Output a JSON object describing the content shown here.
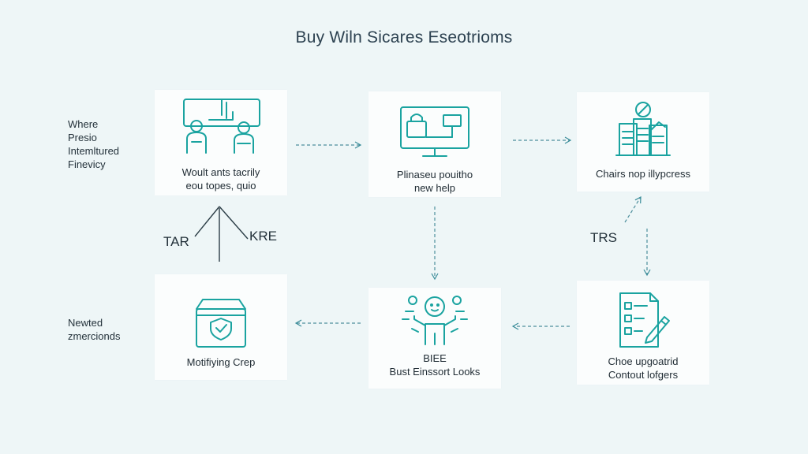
{
  "title": "Buy Wiln Sicares Eseotrioms",
  "colors": {
    "accent": "#1aa3a0",
    "background": "#eef6f7",
    "card": "#fbfdfd"
  },
  "notes": {
    "top_left": [
      "Where",
      "Presio",
      "Intemltured",
      "Finevicy"
    ],
    "bottom_left": [
      "Newted",
      "zmercionds"
    ]
  },
  "cards": [
    {
      "id": "c1",
      "icon": "people-at-board-icon",
      "lines": [
        "Woult ants tacrily",
        "eou topes, quio"
      ]
    },
    {
      "id": "c2",
      "icon": "monitor-flowchart-icon",
      "lines": [
        "Plinaseu pouitho",
        "new help"
      ]
    },
    {
      "id": "c3",
      "icon": "document-stack-icon",
      "lines": [
        "Chairs nop illypcress"
      ]
    },
    {
      "id": "c4",
      "icon": "shielded-box-icon",
      "lines": [
        "Motifiying Crep"
      ]
    },
    {
      "id": "c5",
      "icon": "person-ideas-icon",
      "lines": [
        "BIEE",
        "Bust Einssort Looks"
      ]
    },
    {
      "id": "c6",
      "icon": "checklist-pencil-icon",
      "lines": [
        "Choe upgoatrid",
        "Contout lofgers"
      ]
    }
  ],
  "float_labels": {
    "tar": "TAR",
    "kre": "KRE",
    "trs": "TRS"
  }
}
